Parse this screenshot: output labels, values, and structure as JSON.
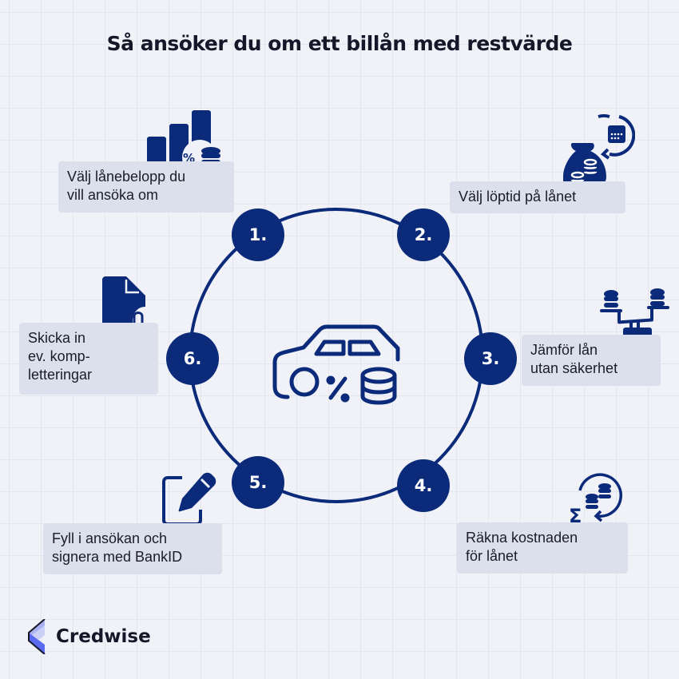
{
  "title": "Så ansöker du om ett billån med restvärde",
  "colors": {
    "primary": "#0b2a7a",
    "label_bg": "#dcdfec",
    "background": "#f1f2f8",
    "logo_light": "#a9b2f0",
    "logo_mid": "#5b6bef"
  },
  "center_icon": "car-percent-coins-icon",
  "steps": [
    {
      "number": "1.",
      "label": "Välj lånebelopp du vill ansöka om",
      "lines": [
        "Välj lånebelopp du",
        "vill ansöka om"
      ],
      "icon": "bar-chart-percent-coins-icon"
    },
    {
      "number": "2.",
      "label": "Välj löptid på lånet",
      "lines": [
        "Välj löptid på lånet"
      ],
      "icon": "money-bag-calendar-icon"
    },
    {
      "number": "3.",
      "label": "Jämför lån utan säkerhet",
      "lines": [
        "Jämför lån",
        "utan säkerhet"
      ],
      "icon": "balance-scale-coins-icon"
    },
    {
      "number": "4.",
      "label": "Räkna kostnaden för lånet",
      "lines": [
        "Räkna kostnaden",
        "för lånet"
      ],
      "icon": "sigma-coins-cycle-icon"
    },
    {
      "number": "5.",
      "label": "Fyll i ansökan och signera med BankID",
      "lines": [
        "Fyll i ansökan och",
        "signera med BankID"
      ],
      "icon": "edit-pen-icon"
    },
    {
      "number": "6.",
      "label": "Skicka in ev. kompletteringar",
      "lines": [
        "Skicka in",
        "ev. komp-",
        "letteringar"
      ],
      "icon": "document-paperclip-icon"
    }
  ],
  "brand": {
    "name": "Credwise",
    "logo": "credwise-chevron-logo"
  }
}
